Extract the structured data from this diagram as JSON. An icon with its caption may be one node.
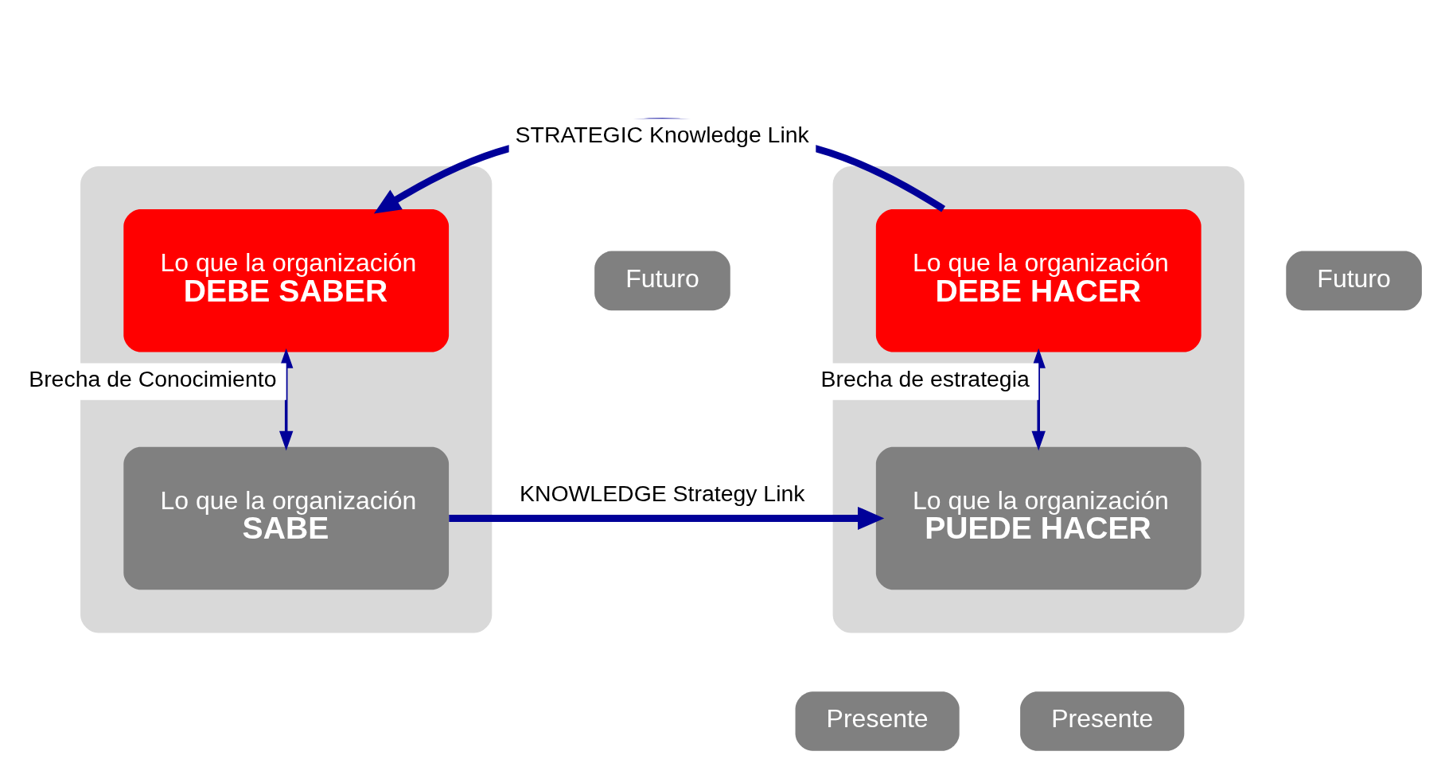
{
  "diagram": {
    "nodes": [
      {
        "text": [],
        "shape": "box"
      },
      {
        "text": [
          "Futuro"
        ]
      },
      {
        "text": [
          "Lo que la organización",
          "DEBE SABER"
        ],
        "in": 0
      },
      {
        "text": [
          "Lo que la organización",
          "SABE"
        ],
        "in": 0
      },
      {
        "text": [
          "Presente"
        ]
      },
      {
        "text": [],
        "shape": "box"
      },
      {
        "text": [
          "Futuro"
        ]
      },
      {
        "text": [
          "Lo que la organización",
          "DEBE HACER"
        ],
        "in": 5
      },
      {
        "text": [
          "Lo que la organización",
          "PUEDE HACER"
        ],
        "in": 5
      },
      {
        "text": [
          "Presente"
        ]
      }
    ],
    "edges": [
      {
        "from": 7,
        "to": 2,
        "arrow": "to",
        "label": "STRATEGIC Knowledge Link",
        "style": "thick"
      },
      {
        "from": 2,
        "to": 3,
        "arrow": "both",
        "label": "Brecha de Conocimiento"
      },
      {
        "from": 7,
        "to": 8,
        "arrow": "both",
        "label": "Brecha de estrategia"
      },
      {
        "from": 3,
        "to": 8,
        "arrow": "to",
        "label": "KNOWLEDGE Strategy Link",
        "style": "thick"
      }
    ]
  }
}
